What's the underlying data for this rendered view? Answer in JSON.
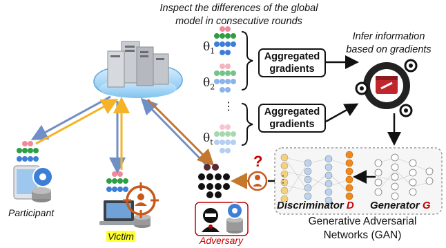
{
  "captions": {
    "inspect_line1": "Inspect the differences of the global",
    "inspect_line2": "model in consecutive rounds",
    "infer_line1": "Infer information",
    "infer_line2": "based on gradients"
  },
  "boxes": {
    "agg1_line1": "Aggregated",
    "agg1_line2": "gradients",
    "agg2_line1": "Aggregated",
    "agg2_line2": "gradients"
  },
  "thetas": [
    {
      "symbol": "θ",
      "sub": "1"
    },
    {
      "symbol": "θ",
      "sub": "2"
    },
    {
      "symbol": "θ",
      "sub": "t"
    }
  ],
  "vdots": "⋮",
  "roles": {
    "participant": "Participant",
    "victim": "Victim",
    "adversary": "Adversary"
  },
  "gan": {
    "discriminator_word": "Discriminator",
    "discriminator_symbol": "D",
    "generator_word": "Generator",
    "generator_symbol": "G",
    "title_line1": "Generative Adversarial",
    "title_line2": "Networks (GAN)"
  },
  "question_mark": "?",
  "colors": {
    "victim_highlight": "#ffff33",
    "adversary_red": "#c00000",
    "arrow_blue": "#6f8fc7",
    "arrow_yellow": "#f5b325",
    "arrow_orange": "#c4782d",
    "target_orange": "#c65a1e",
    "node_red": "#f08a9b",
    "node_green": "#2e9e44",
    "node_blue": "#3d7fd6",
    "node_orange": "#f08a1c"
  }
}
